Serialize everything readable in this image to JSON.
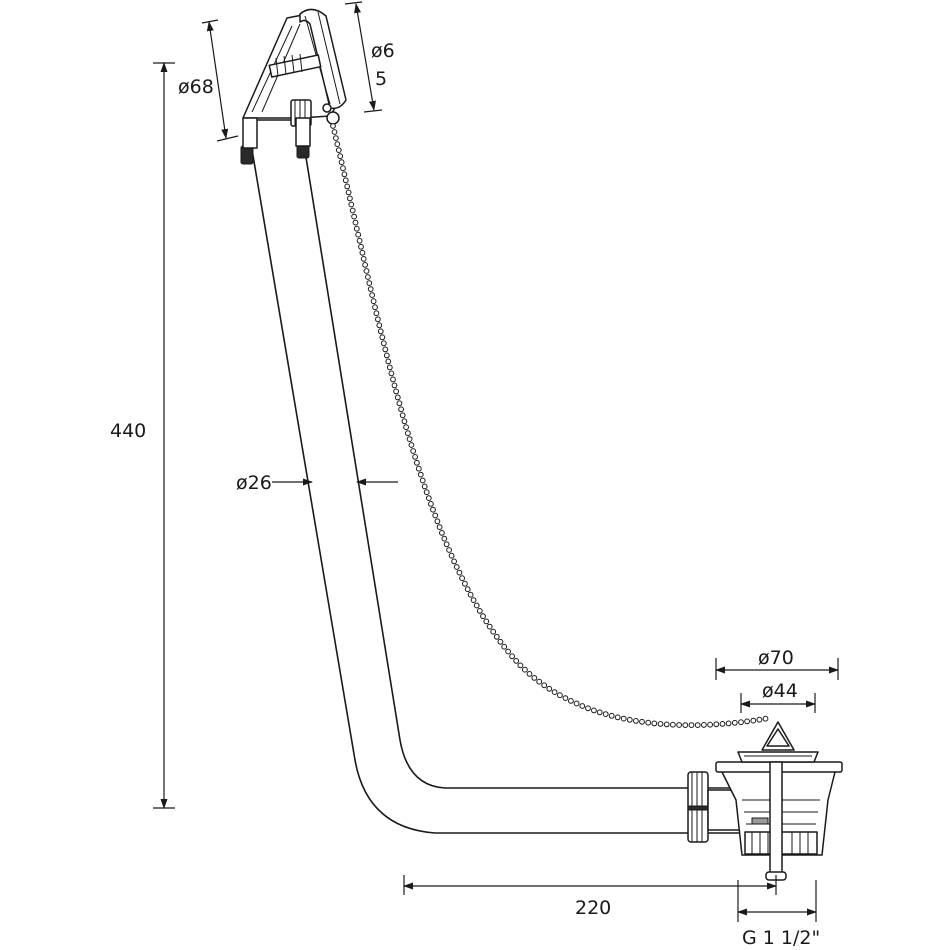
{
  "dimensions": {
    "overall_height": "440",
    "overflow_diameter": "ø68",
    "overflow_hole_diameter": "ø6",
    "overflow_hole_diameter_line2": "5",
    "pipe_diameter": "ø26",
    "waste_outer_diameter": "ø70",
    "waste_inner_diameter": "ø44",
    "horizontal_length": "220",
    "thread_size": "G 1 1/2\""
  },
  "colors": {
    "line": "#1a1a1a",
    "background": "#ffffff"
  }
}
